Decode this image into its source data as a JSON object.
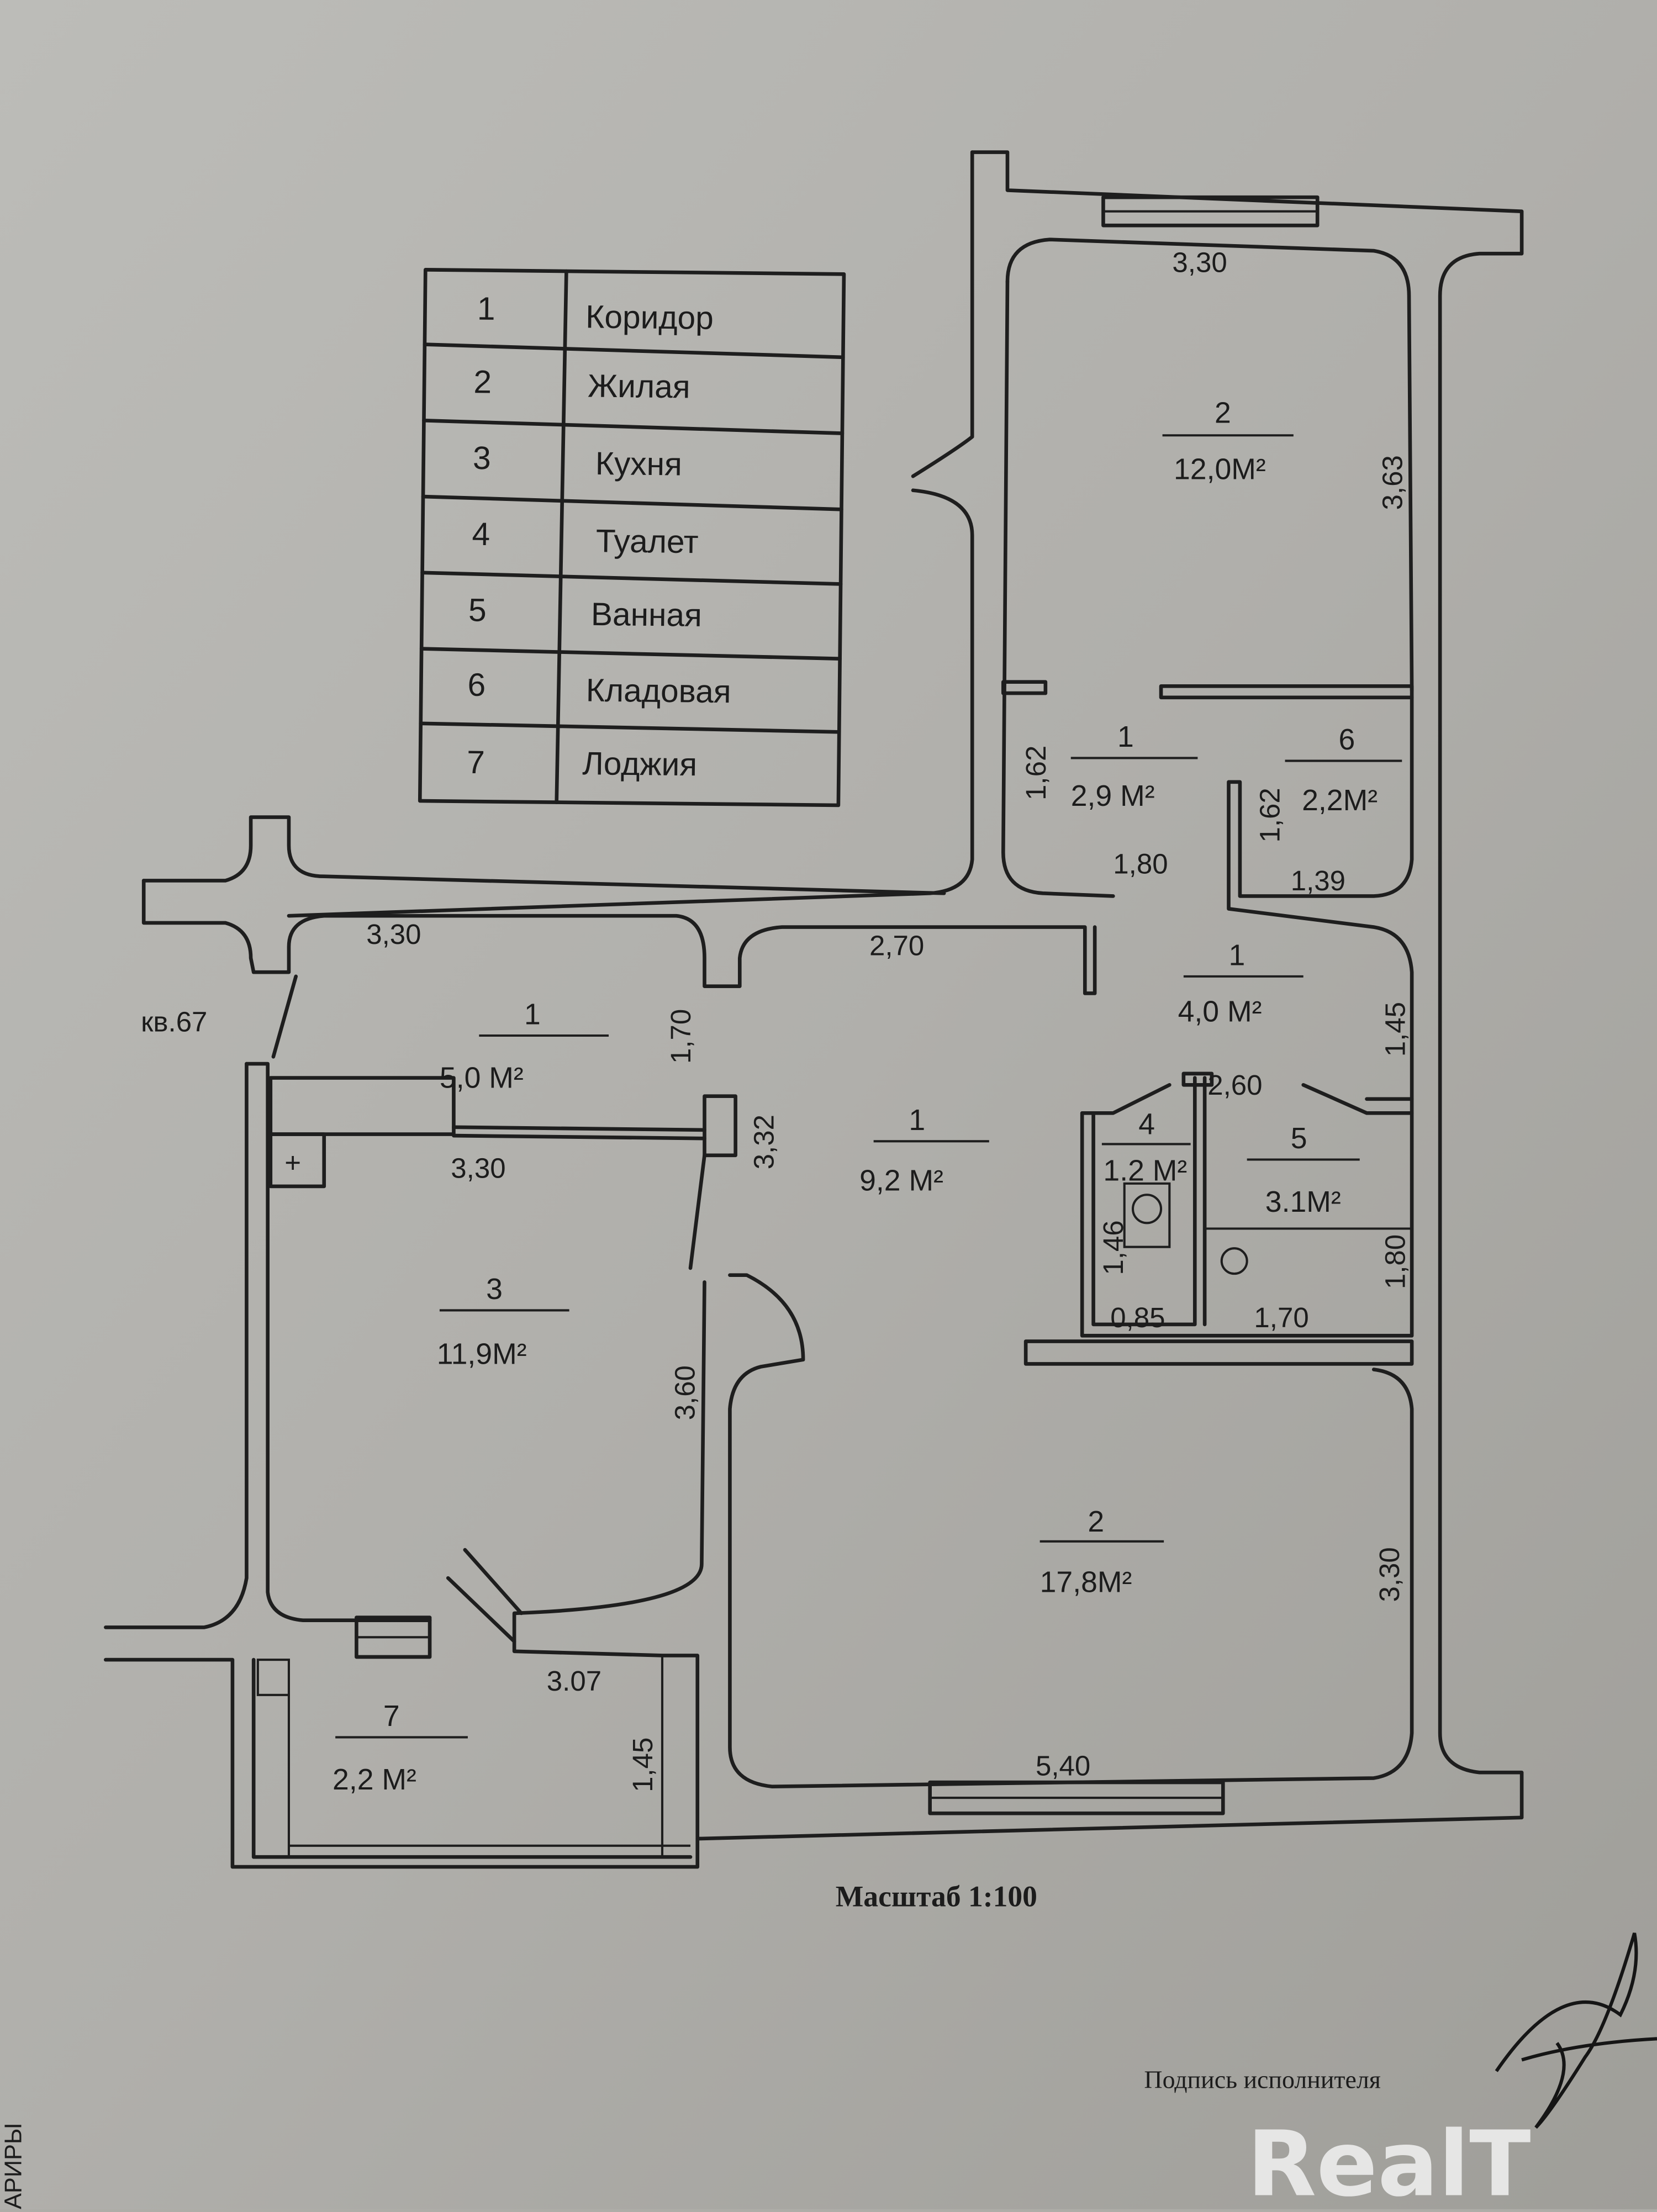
{
  "legend": [
    {
      "num": "1",
      "name": "Коридор"
    },
    {
      "num": "2",
      "name": "Жилая"
    },
    {
      "num": "3",
      "name": "Кухня"
    },
    {
      "num": "4",
      "name": "Туалет"
    },
    {
      "num": "5",
      "name": "Ванная"
    },
    {
      "num": "6",
      "name": "Кладовая"
    },
    {
      "num": "7",
      "name": "Лоджия"
    }
  ],
  "rooms": {
    "bedroom_upper": {
      "num": "2",
      "area": "12,0М²"
    },
    "corridor_upper": {
      "num": "1",
      "area": "2,9  М²"
    },
    "storage": {
      "num": "6",
      "area": "2,2М²"
    },
    "corridor_mid": {
      "num": "1",
      "area": "4,0  М²"
    },
    "toilet": {
      "num": "4",
      "area": "1.2 М²"
    },
    "bath": {
      "num": "5",
      "area": "3.1М²"
    },
    "hall": {
      "num": "1",
      "area": "9,2  М²"
    },
    "corridor_left": {
      "num": "1",
      "area": "5,0  М²"
    },
    "kitchen": {
      "num": "3",
      "area": "11,9М²"
    },
    "living": {
      "num": "2",
      "area": "17,8М²"
    },
    "loggia": {
      "num": "7",
      "area": "2,2  М²"
    }
  },
  "dimensions": {
    "d_top_330": "3,30",
    "d_363": "3,63",
    "d_162_a": "1,62",
    "d_162_b": "1,62",
    "d_180": "1,80",
    "d_139": "1,39",
    "d_145_a": "1,45",
    "d_260": "2,60",
    "d_270": "2,70",
    "d_left_330": "3,30",
    "d_170": "1,70",
    "d_332": "3,32",
    "d_kitchen_330": "3,30",
    "d_146": "1,46",
    "d_085": "0,85",
    "d_bath_170": "1,70",
    "d_bath_180": "1,80",
    "d_360": "3,60",
    "d_living_330": "3,30",
    "d_307": "3.07",
    "d_145_b": "1,45",
    "d_540": "5,40"
  },
  "neighbor_label": "кв.67",
  "scale_label": "Масштаб 1:100",
  "signature_label": "Подпись исполнителя",
  "side_text": "АРИРЫ",
  "watermark": "RealT"
}
